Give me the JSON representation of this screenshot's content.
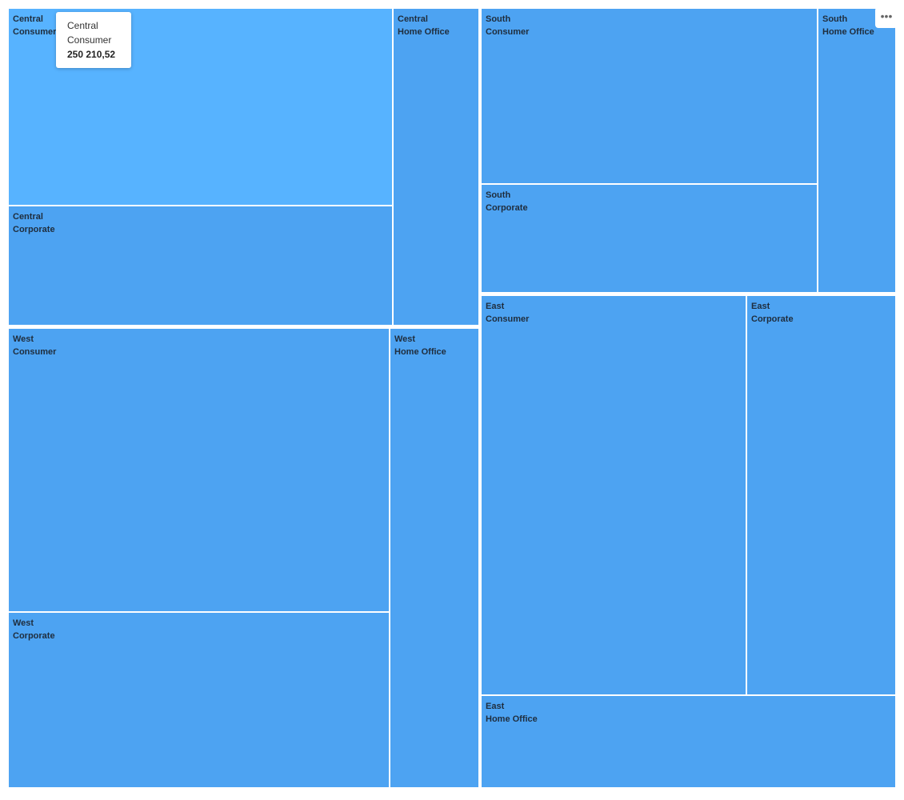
{
  "chart_data": {
    "type": "treemap",
    "title": "",
    "colors": {
      "tile": "#4da3f2",
      "hover_tile": "#57b3ff",
      "border": "#ffffff",
      "label": "#1f2d3d"
    },
    "groups": [
      {
        "name": "Central",
        "tiles": [
          {
            "region": "Central",
            "segment": "Consumer"
          },
          {
            "region": "Central",
            "segment": "Corporate"
          },
          {
            "region": "Central",
            "segment": "Home Office"
          }
        ]
      },
      {
        "name": "South",
        "tiles": [
          {
            "region": "South",
            "segment": "Consumer"
          },
          {
            "region": "South",
            "segment": "Corporate"
          },
          {
            "region": "South",
            "segment": "Home Office"
          }
        ]
      },
      {
        "name": "West",
        "tiles": [
          {
            "region": "West",
            "segment": "Consumer"
          },
          {
            "region": "West",
            "segment": "Corporate"
          },
          {
            "region": "West",
            "segment": "Home Office"
          }
        ]
      },
      {
        "name": "East",
        "tiles": [
          {
            "region": "East",
            "segment": "Consumer"
          },
          {
            "region": "East",
            "segment": "Corporate"
          },
          {
            "region": "East",
            "segment": "Home Office"
          }
        ]
      }
    ],
    "hovered_tile": "Central Consumer"
  },
  "tooltip": {
    "line1": "Central",
    "line2": "Consumer",
    "value": "250 210,52"
  },
  "toolbar": {
    "more_label": "•••",
    "more_icon": "more-horizontal-icon"
  }
}
